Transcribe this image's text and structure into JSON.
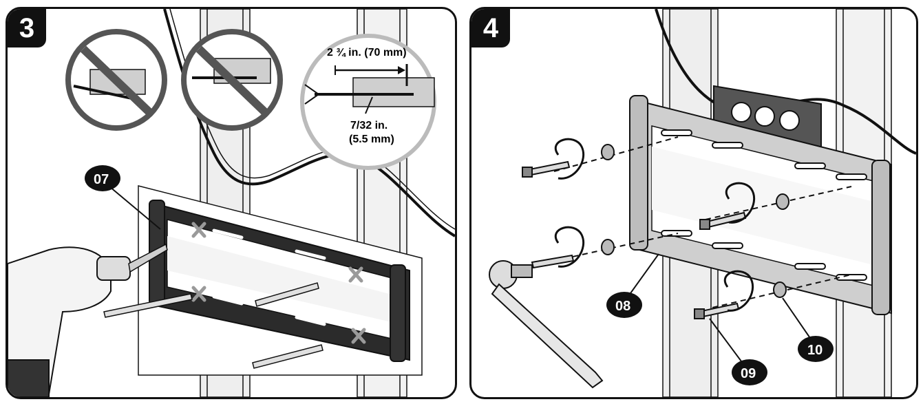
{
  "steps": [
    {
      "number": "3",
      "callouts": [
        {
          "id": "07",
          "label": "07"
        }
      ],
      "dimensions": {
        "depth": "2 ¾ in. (70 mm)",
        "drill_bit_line1": "7/32 in.",
        "drill_bit_line2": "(5.5 mm)"
      }
    },
    {
      "number": "4",
      "callouts": [
        {
          "id": "08",
          "label": "08"
        },
        {
          "id": "09",
          "label": "09"
        },
        {
          "id": "10",
          "label": "10"
        }
      ]
    }
  ],
  "colors": {
    "ink": "#111111",
    "bracket_dark": "#2b2b2b",
    "bracket_light": "#cfcfcf",
    "stud": "#e6e6e6",
    "mark": "#9a9a9a"
  }
}
